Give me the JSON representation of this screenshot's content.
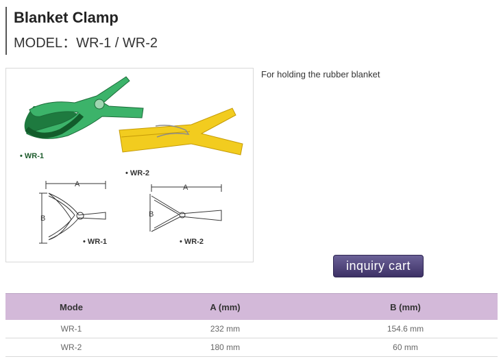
{
  "product": {
    "title": "Blanket Clamp",
    "model": "MODEL：WR-1 / WR-2",
    "description": "For holding the rubber blanket"
  },
  "image_labels": {
    "photo_wr1": "• WR-1",
    "photo_wr2": "• WR-2",
    "diagram_wr1": "• WR-1",
    "diagram_wr2": "• WR-2",
    "dim_a": "A",
    "dim_b": "B"
  },
  "actions": {
    "inquiry_cart": "inquiry cart"
  },
  "spec_table": {
    "headers": [
      "Mode",
      "A (mm)",
      "B (mm)"
    ],
    "rows": [
      [
        "WR-1",
        "232 mm",
        "154.6 mm"
      ],
      [
        "WR-2",
        "180 mm",
        "60 mm"
      ]
    ]
  },
  "colors": {
    "header_bg": "#d3b9d9",
    "button_bg": "#4e437c",
    "clamp_green": "#2e9e5a",
    "clamp_yellow": "#f2cc1f"
  }
}
